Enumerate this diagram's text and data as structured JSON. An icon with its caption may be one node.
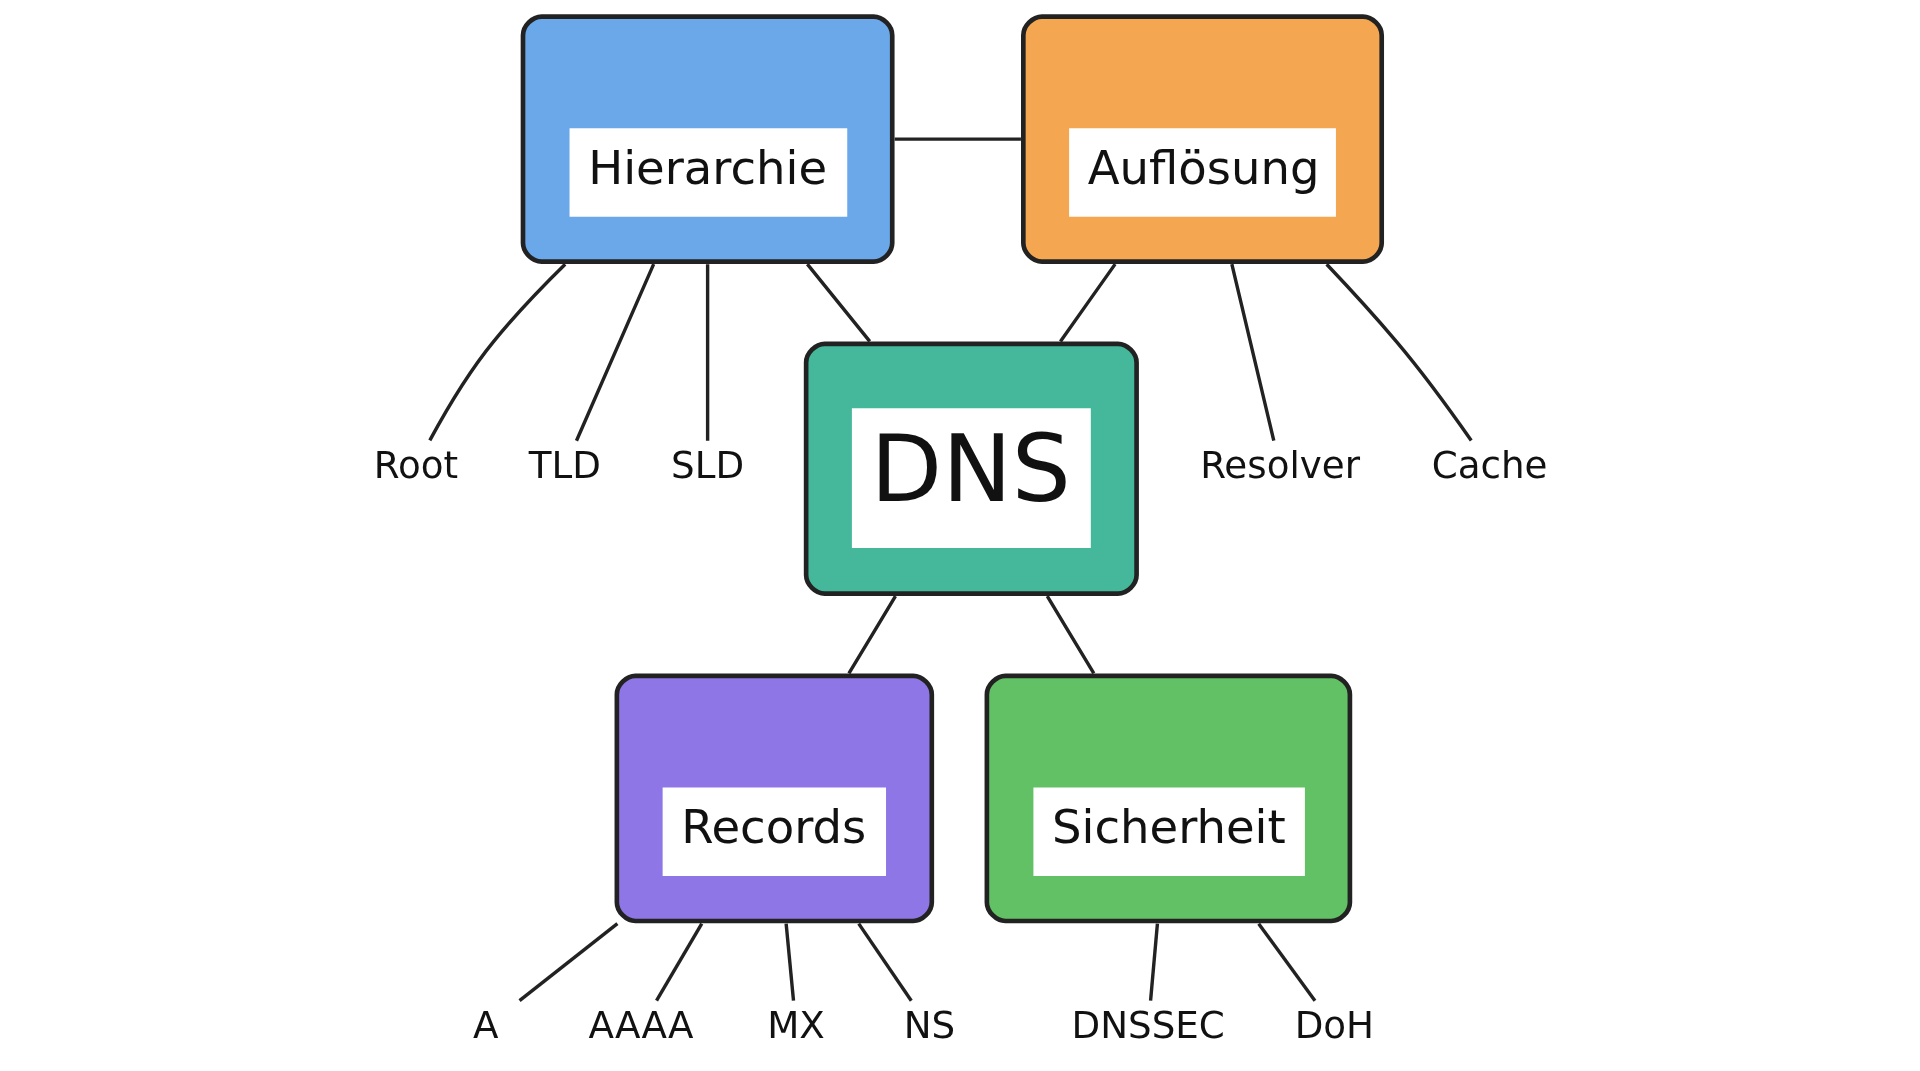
{
  "diagram": {
    "nodes": [
      {
        "text": [
          "Hierarchie"
        ]
      },
      {
        "text": [
          "Auflösung"
        ]
      },
      {
        "text": [
          "Root"
        ]
      },
      {
        "text": [
          "TLD"
        ]
      },
      {
        "text": [
          "SLD"
        ]
      },
      {
        "text": [
          "Resolver"
        ]
      },
      {
        "text": [
          "Cache"
        ]
      },
      {
        "text": [
          "DNS"
        ]
      },
      {
        "text": [
          "Records"
        ]
      },
      {
        "text": [
          "Sicherheit"
        ]
      },
      {
        "text": [
          "A"
        ]
      },
      {
        "text": [
          "AAAA"
        ]
      },
      {
        "text": [
          "MX"
        ]
      },
      {
        "text": [
          "NS"
        ]
      },
      {
        "text": [
          "DNSSEC"
        ]
      },
      {
        "text": [
          "DoH"
        ]
      }
    ],
    "edges": [
      {
        "from": 0,
        "to": 1,
        "arrow": "none"
      },
      {
        "from": 0,
        "to": 7,
        "arrow": "none"
      },
      {
        "from": 1,
        "to": 7,
        "arrow": "none"
      },
      {
        "from": 7,
        "to": 8,
        "arrow": "none"
      },
      {
        "from": 7,
        "to": 9,
        "arrow": "none"
      },
      {
        "from": 0,
        "to": 2,
        "arrow": "none"
      },
      {
        "from": 0,
        "to": 3,
        "arrow": "none"
      },
      {
        "from": 0,
        "to": 4,
        "arrow": "none"
      },
      {
        "from": 1,
        "to": 5,
        "arrow": "none"
      },
      {
        "from": 1,
        "to": 6,
        "arrow": "none"
      },
      {
        "from": 8,
        "to": 10,
        "arrow": "none"
      },
      {
        "from": 8,
        "to": 11,
        "arrow": "none"
      },
      {
        "from": 8,
        "to": 12,
        "arrow": "none"
      },
      {
        "from": 8,
        "to": 13,
        "arrow": "none"
      },
      {
        "from": 9,
        "to": 14,
        "arrow": "none"
      },
      {
        "from": 9,
        "to": 15,
        "arrow": "none"
      }
    ]
  }
}
